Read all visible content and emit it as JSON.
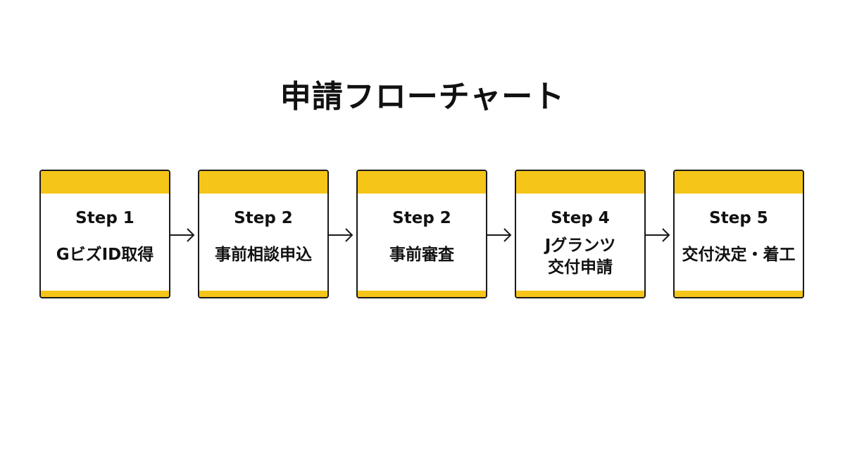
{
  "title": "申請フローチャート",
  "colors": {
    "accent": "#F5C518",
    "border": "#1a1a1a",
    "text": "#111111",
    "background": "#ffffff"
  },
  "steps": [
    {
      "label": "Step 1",
      "text": "GビズID取得"
    },
    {
      "label": "Step 2",
      "text": "事前相談申込"
    },
    {
      "label": "Step 2",
      "text": "事前審査"
    },
    {
      "label": "Step 4",
      "text": "Jグランツ\n交付申請"
    },
    {
      "label": "Step 5",
      "text": "交付決定・着工"
    }
  ],
  "connectors": [
    "arrow-right-icon",
    "arrow-right-icon",
    "arrow-right-icon",
    "arrow-right-icon"
  ]
}
